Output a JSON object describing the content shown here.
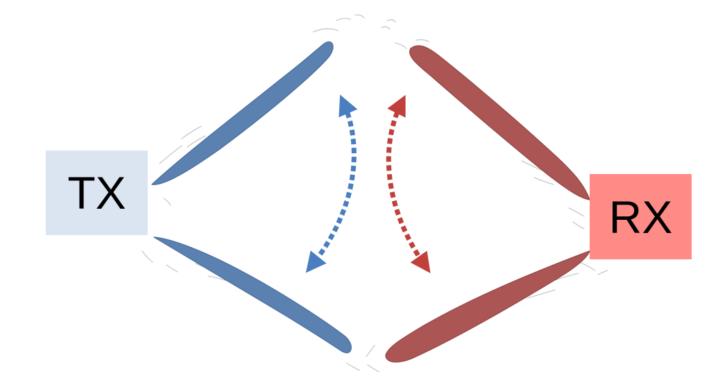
{
  "nodes": {
    "tx": {
      "label": "TX",
      "fill": "#dbe5f1"
    },
    "rx": {
      "label": "RX",
      "fill": "#ff8b86"
    }
  },
  "colors": {
    "tx_beam": "#5b81b1",
    "rx_beam": "#ab5654",
    "tx_arrow": "#4a7ec0",
    "rx_arrow": "#c0403b",
    "sidelobe_outline": "#c8c8c8"
  },
  "arrows": [
    {
      "name": "tx-beam-switch-arrow",
      "color_key": "tx_arrow",
      "direction": "bidirectional"
    },
    {
      "name": "rx-beam-switch-arrow",
      "color_key": "rx_arrow",
      "direction": "bidirectional"
    }
  ]
}
